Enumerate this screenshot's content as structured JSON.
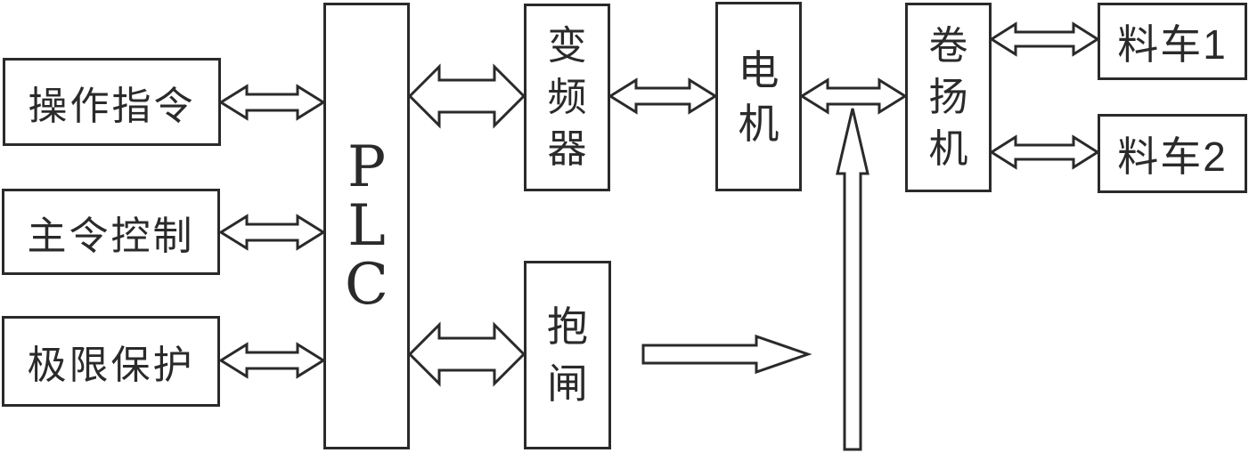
{
  "diagram": {
    "title": "PLC hoist control system block diagram",
    "colors": {
      "stroke": "#2a2a2a",
      "background": "#ffffff"
    },
    "nodes": {
      "caozuo": {
        "label": "操作指令"
      },
      "zhuling": {
        "label": "主令控制"
      },
      "jixian": {
        "label": "极限保护"
      },
      "plc": {
        "label": "PLC"
      },
      "bianpinqi": {
        "label": "变频器"
      },
      "dianji": {
        "label": "电机"
      },
      "juanyang": {
        "label": "卷扬机"
      },
      "liaoche1": {
        "label": "料车1"
      },
      "liaoche2": {
        "label": "料车2"
      },
      "baozha": {
        "label": "抱闸"
      }
    },
    "edges": [
      {
        "from": "操作指令",
        "to": "PLC",
        "type": "double-headed"
      },
      {
        "from": "主令控制",
        "to": "PLC",
        "type": "double-headed"
      },
      {
        "from": "极限保护",
        "to": "PLC",
        "type": "double-headed"
      },
      {
        "from": "PLC",
        "to": "变频器",
        "type": "double-headed"
      },
      {
        "from": "PLC",
        "to": "抱闸",
        "type": "double-headed"
      },
      {
        "from": "变频器",
        "to": "电机",
        "type": "double-headed"
      },
      {
        "from": "电机",
        "to": "卷扬机",
        "type": "double-headed"
      },
      {
        "from": "卷扬机",
        "to": "料车1",
        "type": "double-headed"
      },
      {
        "from": "卷扬机",
        "to": "料车2",
        "type": "double-headed"
      },
      {
        "from": "抱闸",
        "to": "",
        "type": "single-right"
      },
      {
        "from": "",
        "to": "电机-卷扬机连接",
        "type": "single-up"
      }
    ]
  }
}
